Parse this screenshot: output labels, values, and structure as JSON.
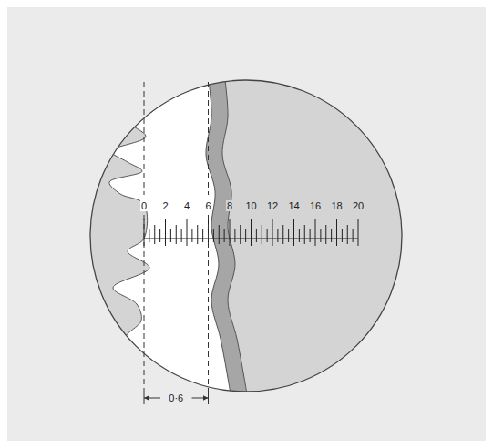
{
  "diagram": {
    "labels": [
      "0",
      "2",
      "4",
      "6",
      "8",
      "10",
      "12",
      "14",
      "16",
      "18",
      "20",
      "0·6"
    ]
  }
}
